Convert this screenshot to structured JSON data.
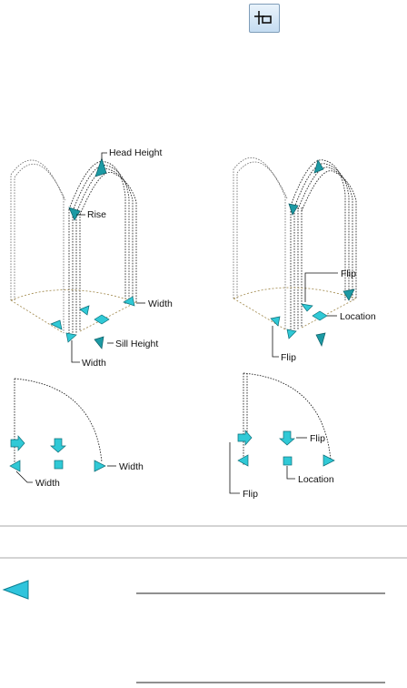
{
  "icons": {
    "toolbar": "add-grip-icon",
    "nav": "previous-triangle-icon"
  },
  "colors": {
    "grip": "#30c9d6",
    "grip_edge": "#0c6e78",
    "sill_line": "#a8925a",
    "wire": "#6a6a6a"
  },
  "diagram": {
    "top_left_labels": {
      "head_height": "Head Height",
      "rise": "Rise",
      "width_right": "Width",
      "sill_height": "Sill Height",
      "width_bottom": "Width"
    },
    "top_right_labels": {
      "flip_top": "Flip",
      "location": "Location",
      "flip_bottom": "Flip"
    },
    "bottom_left_labels": {
      "width_left": "Width",
      "width_right": "Width"
    },
    "bottom_right_labels": {
      "flip_right": "Flip",
      "location": "Location",
      "flip_left": "Flip"
    }
  }
}
